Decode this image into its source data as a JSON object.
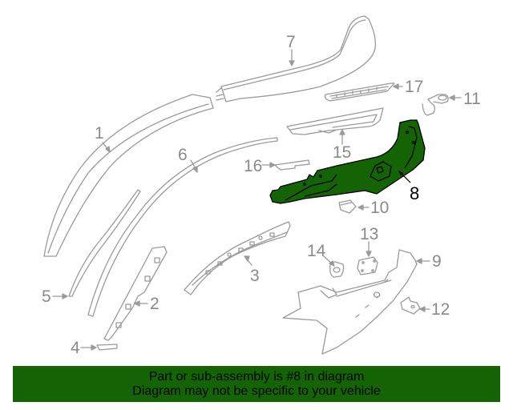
{
  "diagram": {
    "highlighted_part": "8",
    "highlight_color": "#146405",
    "line_color": "#9a9a9a",
    "callouts": [
      {
        "id": "1",
        "label": "1"
      },
      {
        "id": "2",
        "label": "2"
      },
      {
        "id": "3",
        "label": "3"
      },
      {
        "id": "4",
        "label": "4"
      },
      {
        "id": "5",
        "label": "5"
      },
      {
        "id": "6",
        "label": "6"
      },
      {
        "id": "7",
        "label": "7"
      },
      {
        "id": "8",
        "label": "8"
      },
      {
        "id": "9",
        "label": "9"
      },
      {
        "id": "10",
        "label": "10"
      },
      {
        "id": "11",
        "label": "11"
      },
      {
        "id": "12",
        "label": "12"
      },
      {
        "id": "13",
        "label": "13"
      },
      {
        "id": "14",
        "label": "14"
      },
      {
        "id": "15",
        "label": "15"
      },
      {
        "id": "16",
        "label": "16"
      },
      {
        "id": "17",
        "label": "17"
      }
    ]
  },
  "banner": {
    "line1": "Part or sub-assembly is #8 in diagram",
    "line2": "Diagram may not be specific to your vehicle",
    "background": "#146405"
  }
}
